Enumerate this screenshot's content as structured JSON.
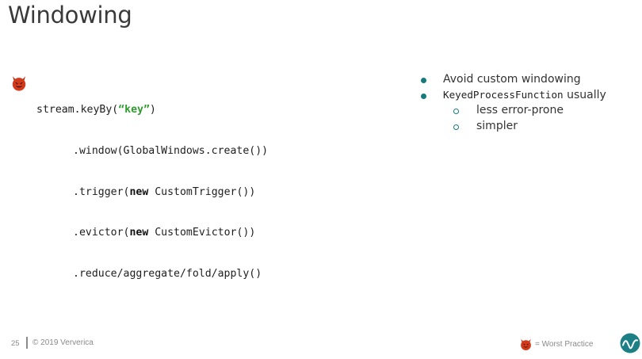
{
  "slide": {
    "title": "Windowing",
    "code": {
      "line1": {
        "pre": "stream.keyBy(",
        "str": "“key”",
        "post": ")"
      },
      "line2": ".window(GlobalWindows.create())",
      "line3": {
        "pre": ".trigger(",
        "kw": "new",
        "post": " CustomTrigger())"
      },
      "line4": {
        "pre": ".evictor(",
        "kw": "new",
        "post": " CustomEvictor())"
      },
      "line5": ".reduce/aggregate/fold/apply()"
    },
    "bullets": {
      "item1": "Avoid custom windowing",
      "item2_code": "KeyedProcessFunction",
      "item2_text": " usually",
      "sub1": "less error-prone",
      "sub2": "simpler"
    },
    "footer": {
      "page_number": "25",
      "copyright": "© 2019 Ververica",
      "legend_text": "= Worst Practice"
    }
  },
  "icons": {
    "worst_practice": "devil-icon",
    "brand": "ververica-logo-icon"
  },
  "colors": {
    "accent": "#167a7a",
    "string": "#2f9a2f",
    "devil": "#d23a1c",
    "logo_bg": "#1d7f86"
  }
}
